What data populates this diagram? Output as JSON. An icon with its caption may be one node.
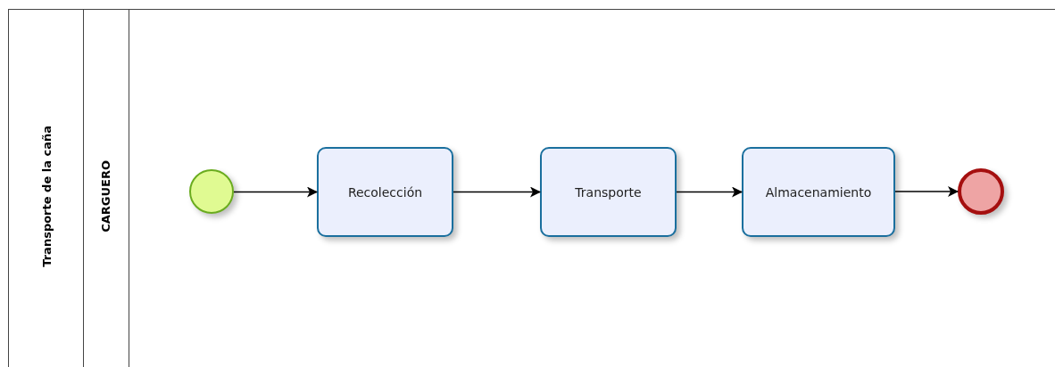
{
  "diagram": {
    "nodes": [
      {
        "text": [
          "Transporte de la caña"
        ]
      },
      {
        "text": [
          "CARGUERO"
        ],
        "in": 0
      },
      {
        "text": [],
        "shape": "circle",
        "in": 1
      },
      {
        "text": [
          "Recolección"
        ],
        "in": 1
      },
      {
        "text": [
          "Transporte"
        ],
        "in": 1
      },
      {
        "text": [
          "Almacenamiento"
        ],
        "in": 1
      },
      {
        "text": [],
        "shape": "circle",
        "in": 1
      }
    ],
    "edges": [
      {
        "from": 2,
        "to": 3,
        "arrow": "to"
      },
      {
        "from": 3,
        "to": 4,
        "arrow": "to"
      },
      {
        "from": 4,
        "to": 5,
        "arrow": "to"
      },
      {
        "from": 5,
        "to": 6,
        "arrow": "to"
      }
    ]
  }
}
